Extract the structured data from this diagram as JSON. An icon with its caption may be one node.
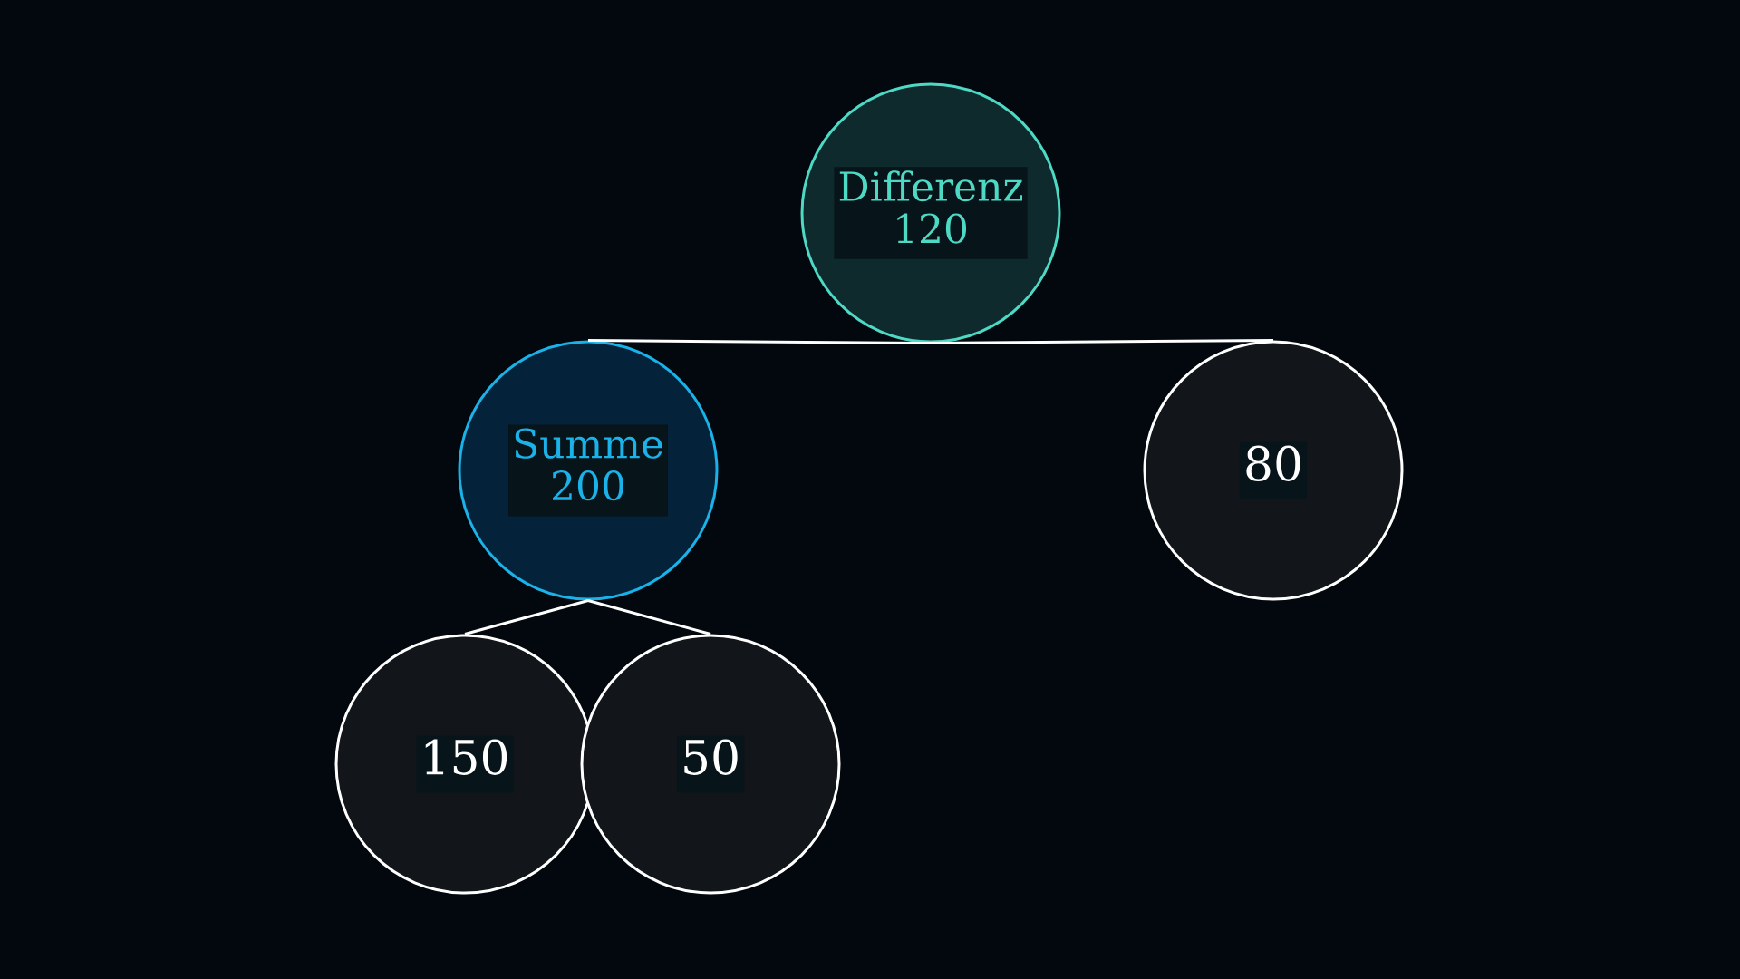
{
  "diagram": {
    "nodes": [
      {
        "text": [
          "Differenz",
          "120"
        ]
      },
      {
        "text": [
          "Summe",
          "200"
        ]
      },
      {
        "text": [
          "80"
        ]
      },
      {
        "text": [
          "150"
        ]
      },
      {
        "text": [
          "50"
        ]
      }
    ],
    "edges": [
      {
        "from": 0,
        "to": 1,
        "arrow": "none"
      },
      {
        "from": 0,
        "to": 2,
        "arrow": "none"
      },
      {
        "from": 1,
        "to": 3,
        "arrow": "none"
      },
      {
        "from": 1,
        "to": 4,
        "arrow": "none"
      }
    ]
  }
}
